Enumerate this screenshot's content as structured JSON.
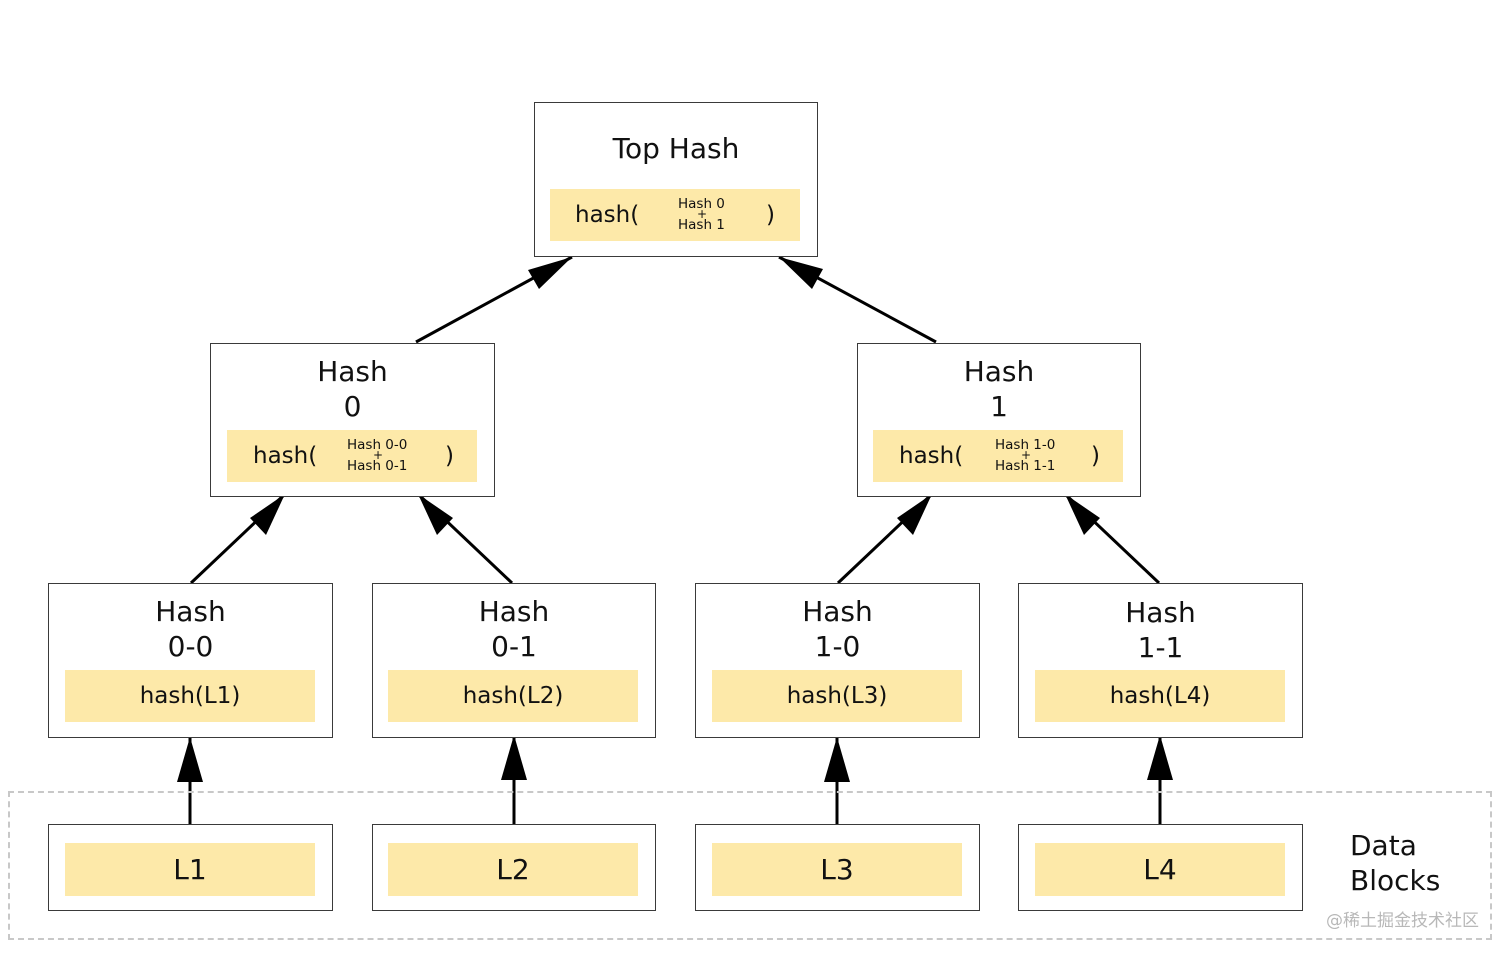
{
  "top_hash": {
    "title": "Top Hash",
    "fn_open": "hash(",
    "arg_first": "Hash 0",
    "plus": "+",
    "arg_second": "Hash 1",
    "fn_close": ")"
  },
  "level_one": [
    {
      "title": "Hash\n0",
      "fn_open": "hash(",
      "arg_first": "Hash 0-0",
      "plus": "+",
      "arg_second": "Hash 0-1",
      "fn_close": ")"
    },
    {
      "title": "Hash\n1",
      "fn_open": "hash(",
      "arg_first": "Hash 1-0",
      "plus": "+",
      "arg_second": "Hash 1-1",
      "fn_close": ")"
    }
  ],
  "leaf_hashes": [
    {
      "title": "Hash\n0-0",
      "formula": "hash(L1)"
    },
    {
      "title": "Hash\n0-1",
      "formula": "hash(L2)"
    },
    {
      "title": "Hash\n1-0",
      "formula": "hash(L3)"
    },
    {
      "title": "Hash\n1-1",
      "formula": "hash(L4)"
    }
  ],
  "data_blocks": {
    "label": "Data\nBlocks",
    "items": [
      "L1",
      "L2",
      "L3",
      "L4"
    ]
  },
  "watermark": "@稀土掘金技术社区",
  "colors": {
    "band_fill": "#fde9a9",
    "node_border": "#3a3a3a",
    "arrow": "#000000",
    "dashed_region": "#c8c8c8"
  }
}
